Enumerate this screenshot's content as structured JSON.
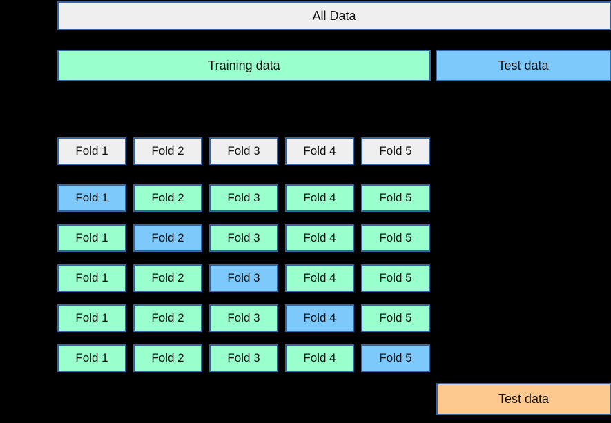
{
  "colors": {
    "background": "#000000",
    "box_fill_gray": "#efefef",
    "train_green": "#99ffcc",
    "test_blue": "#7ec9fb",
    "final_test_orange": "#fdc98f",
    "border_blue": "#3465a4",
    "text": "#111111"
  },
  "top_bar": {
    "label": "All Data"
  },
  "split_bar": {
    "training_label": "Training data",
    "test_label": "Test data"
  },
  "fold_header": {
    "labels": [
      "Fold 1",
      "Fold 2",
      "Fold 3",
      "Fold 4",
      "Fold 5"
    ]
  },
  "cv_rows": [
    {
      "labels": [
        "Fold 1",
        "Fold 2",
        "Fold 3",
        "Fold 4",
        "Fold 5"
      ],
      "test_fold_index": 0
    },
    {
      "labels": [
        "Fold 1",
        "Fold 2",
        "Fold 3",
        "Fold 4",
        "Fold 5"
      ],
      "test_fold_index": 1
    },
    {
      "labels": [
        "Fold 1",
        "Fold 2",
        "Fold 3",
        "Fold 4",
        "Fold 5"
      ],
      "test_fold_index": 2
    },
    {
      "labels": [
        "Fold 1",
        "Fold 2",
        "Fold 3",
        "Fold 4",
        "Fold 5"
      ],
      "test_fold_index": 3
    },
    {
      "labels": [
        "Fold 1",
        "Fold 2",
        "Fold 3",
        "Fold 4",
        "Fold 5"
      ],
      "test_fold_index": 4
    }
  ],
  "final_test_bar": {
    "label": "Test data"
  }
}
